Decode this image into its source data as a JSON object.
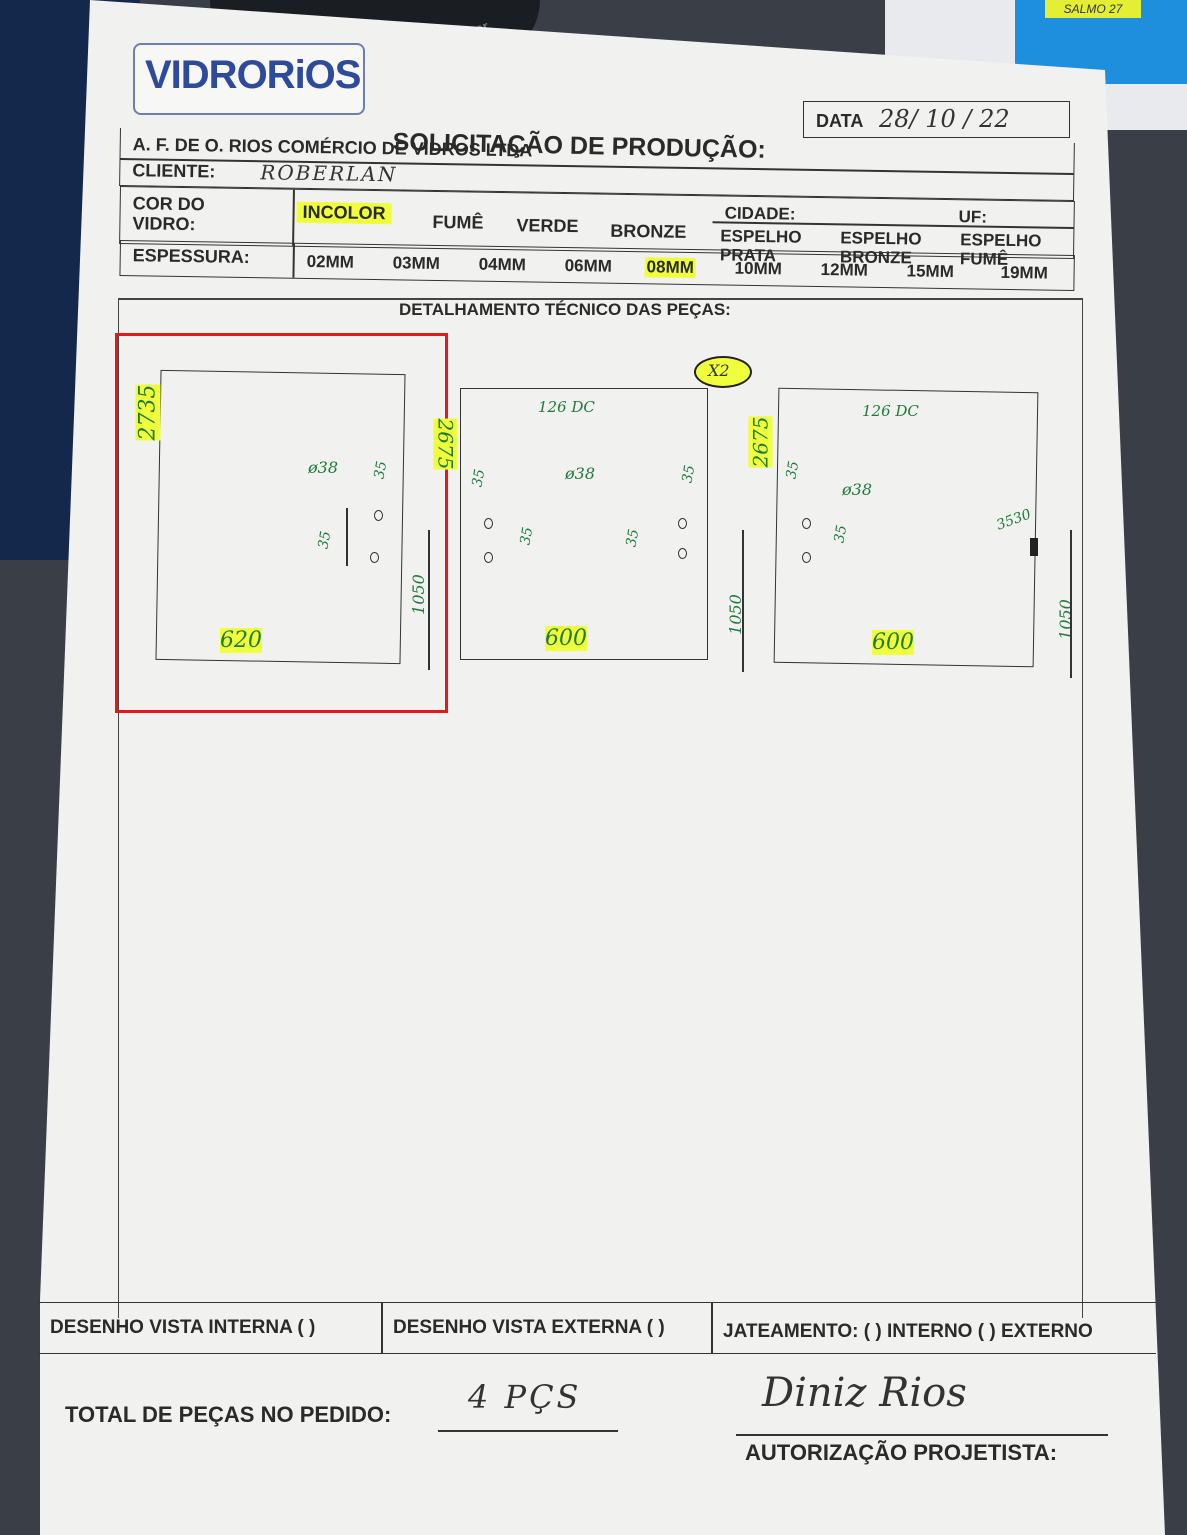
{
  "desk": {
    "sticker_text": "SALMO 27",
    "mouse_text": "aser"
  },
  "header": {
    "logo": "VIDRORiOS",
    "title": "SOLICITAÇÃO DE PRODUÇÃO:",
    "company": "A. F. DE O. RIOS COMÉRCIO DE VIDROS LTDA",
    "data_label": "DATA",
    "data_value": "28/ 10 / 22"
  },
  "form": {
    "cliente_label": "CLIENTE:",
    "cliente_value": "ROBERLAN",
    "cor_label": "COR DO VIDRO:",
    "cidade_label": "CIDADE:",
    "uf_label": "UF:",
    "cores": [
      "INCOLOR",
      "FUMÊ",
      "VERDE",
      "BRONZE",
      "ESPELHO PRATA",
      "ESPELHO BRONZE",
      "ESPELHO FUMÊ"
    ],
    "cor_selected": "INCOLOR",
    "espessura_label": "ESPESSURA:",
    "espessuras": [
      "02MM",
      "03MM",
      "04MM",
      "06MM",
      "08MM",
      "10MM",
      "12MM",
      "15MM",
      "19MM"
    ],
    "espessura_selected": "08MM",
    "highlight_color": "#f0ff3c"
  },
  "detail": {
    "title": "DETALHAMENTO TÉCNICO DAS PEÇAS:",
    "quantity_mark": "X2",
    "pieces": [
      {
        "height": "2735",
        "width": "620",
        "hole": "ø38",
        "offset_a": "35",
        "offset_b": "35",
        "handle_height": "1050"
      },
      {
        "height": "2675",
        "width": "600",
        "hole": "ø38",
        "note": "126 DC",
        "offset_a": "35",
        "offset_b": "35",
        "offset_c": "35",
        "offset_d": "35",
        "handle_height": "1050"
      },
      {
        "height": "2675",
        "width": "600",
        "hole": "ø38",
        "note": "126 DC",
        "offset_a": "35",
        "offset_b": "35",
        "lock": "3530",
        "handle_height": "1050"
      }
    ],
    "selection_color": "#e0191b",
    "ink_color": "#1f7a3a"
  },
  "footer": {
    "vista_interna": "DESENHO VISTA INTERNA ( )",
    "vista_externa": "DESENHO VISTA EXTERNA ( )",
    "jateamento": "JATEAMENTO: ( ) INTERNO ( ) EXTERNO",
    "total_label": "TOTAL DE PEÇAS NO PEDIDO:",
    "total_value": "4 PÇS",
    "autorizacao": "AUTORIZAÇÃO PROJETISTA:",
    "signature": "Diniz Rios"
  }
}
